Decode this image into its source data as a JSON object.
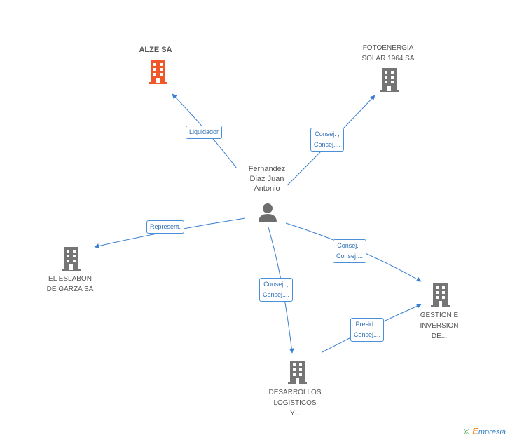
{
  "center": {
    "name_lines": [
      "Fernandez",
      "Diaz Juan",
      "Antonio"
    ],
    "icon": "person-icon"
  },
  "companies": [
    {
      "key": "alze",
      "label_lines": [
        "ALZE SA"
      ],
      "icon": "building-icon",
      "color": "#f0582a",
      "highlight": true
    },
    {
      "key": "fotoenergia",
      "label_lines": [
        "FOTOENERGIA",
        "SOLAR 1964 SA"
      ],
      "icon": "building-icon",
      "color": "#757575"
    },
    {
      "key": "eslabon",
      "label_lines": [
        "EL ESLABON",
        "DE GARZA SA"
      ],
      "icon": "building-icon",
      "color": "#757575"
    },
    {
      "key": "gestion",
      "label_lines": [
        "GESTION E",
        "INVERSION",
        "DE..."
      ],
      "icon": "building-icon",
      "color": "#757575"
    },
    {
      "key": "desarrollos",
      "label_lines": [
        "DESARROLLOS",
        "LOGISTICOS",
        "Y..."
      ],
      "icon": "building-icon",
      "color": "#757575"
    }
  ],
  "relations": [
    {
      "key": "liquidador",
      "lines": [
        "Liquidador"
      ]
    },
    {
      "key": "foto",
      "lines": [
        "Consej. ,",
        "Consej...."
      ]
    },
    {
      "key": "represent",
      "lines": [
        "Represent."
      ]
    },
    {
      "key": "gestion",
      "lines": [
        "Consej. ,",
        "Consej...."
      ]
    },
    {
      "key": "desarrollos",
      "lines": [
        "Consej. ,",
        "Consej...."
      ]
    },
    {
      "key": "presid",
      "lines": [
        "Presid. ,",
        "Consej...."
      ]
    }
  ],
  "colors": {
    "edge": "#3a7fd0",
    "badge_border": "#4a90d9",
    "badge_text": "#2f6fb5",
    "building_grey": "#757575",
    "building_orange": "#f0582a",
    "person": "#6d6d6d"
  },
  "footer": {
    "copyright": "©",
    "brand_first": "E",
    "brand_rest": "mpresia"
  }
}
